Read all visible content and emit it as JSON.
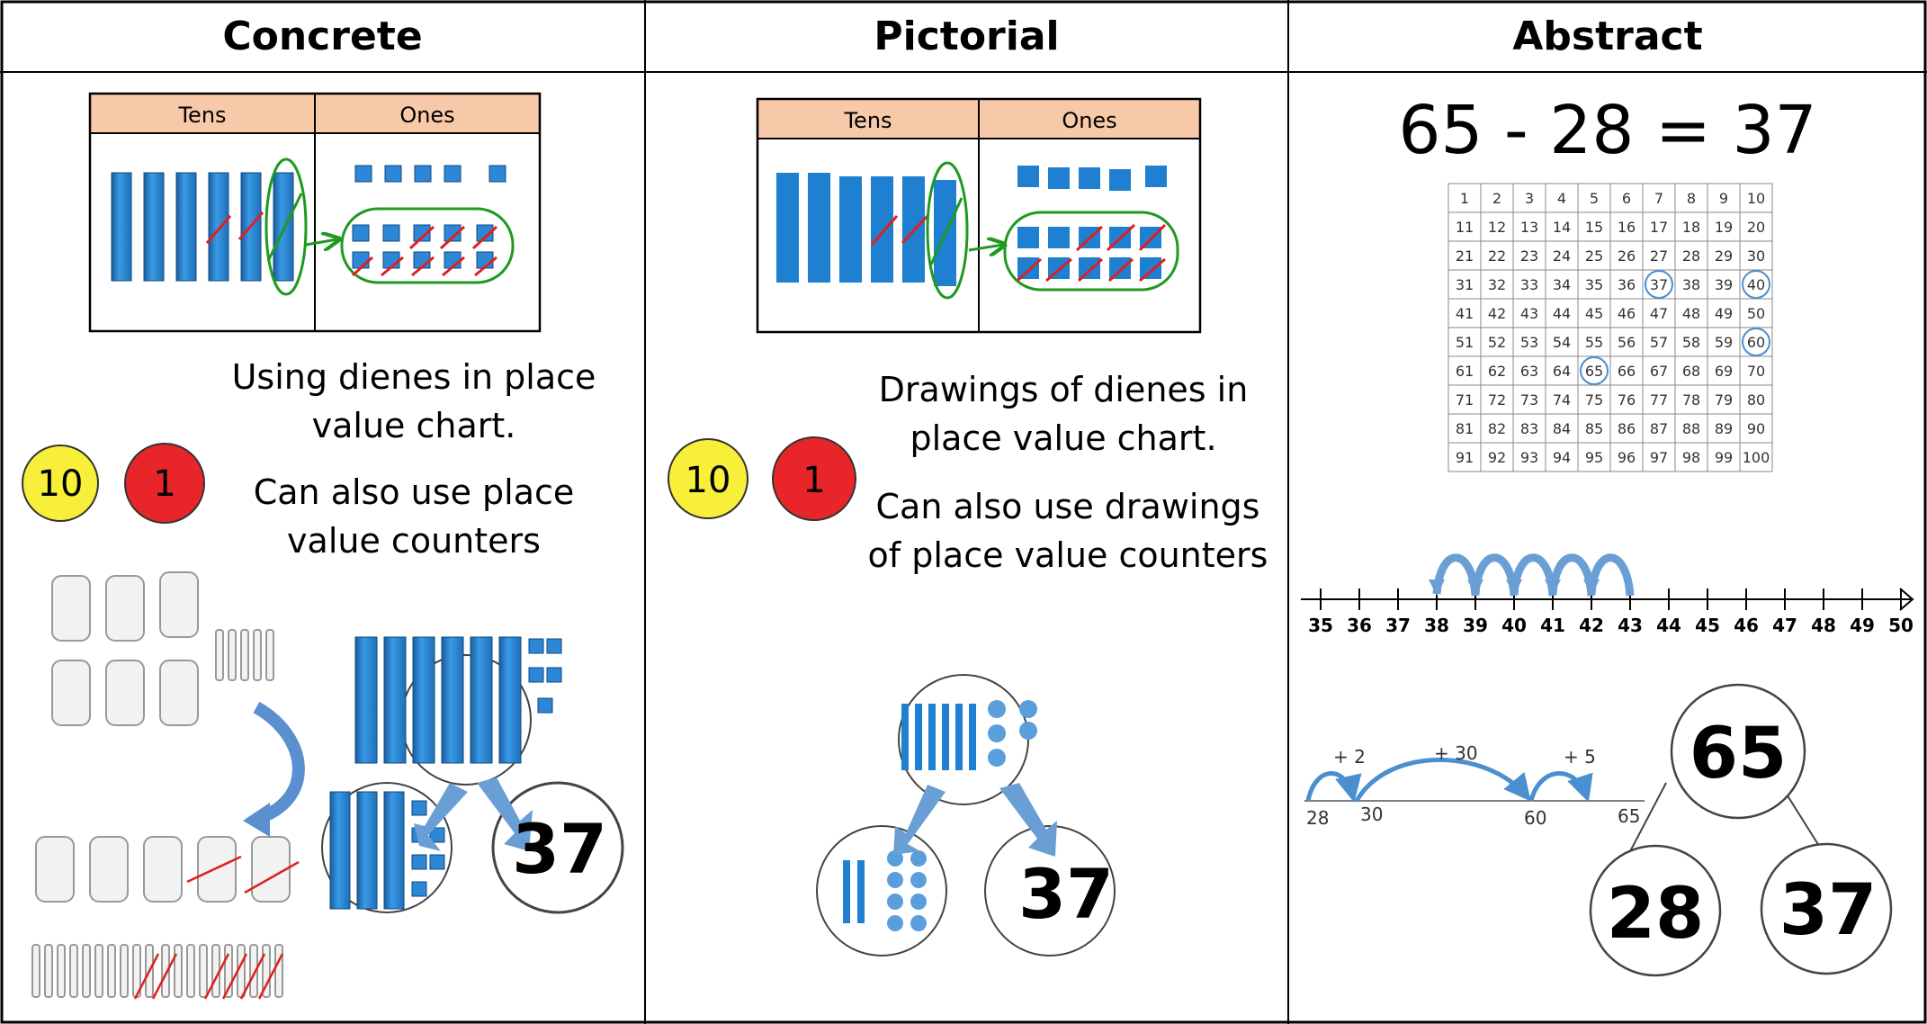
{
  "headers": {
    "concrete": "Concrete",
    "pictorial": "Pictorial",
    "abstract": "Abstract"
  },
  "pv_chart": {
    "tens": "Tens",
    "ones": "Ones"
  },
  "concrete": {
    "caption1": "Using dienes in place value chart.",
    "caption2": "Can also use place value counters",
    "counter_ten": "10",
    "counter_one": "1",
    "answer": "37"
  },
  "pictorial": {
    "caption1": "Drawings of dienes in place value chart.",
    "caption2": "Can also use drawings of place value counters",
    "counter_ten": "10",
    "counter_one": "1",
    "answer": "37"
  },
  "abstract": {
    "equation": "65 - 28 = 37",
    "hundred_square": {
      "numbers": [
        1,
        2,
        3,
        4,
        5,
        6,
        7,
        8,
        9,
        10,
        11,
        12,
        13,
        14,
        15,
        16,
        17,
        18,
        19,
        20,
        21,
        22,
        23,
        24,
        25,
        26,
        27,
        28,
        29,
        30,
        31,
        32,
        33,
        34,
        35,
        36,
        37,
        38,
        39,
        40,
        41,
        42,
        43,
        44,
        45,
        46,
        47,
        48,
        49,
        50,
        51,
        52,
        53,
        54,
        55,
        56,
        57,
        58,
        59,
        60,
        61,
        62,
        63,
        64,
        65,
        66,
        67,
        68,
        69,
        70,
        71,
        72,
        73,
        74,
        75,
        76,
        77,
        78,
        79,
        80,
        81,
        82,
        83,
        84,
        85,
        86,
        87,
        88,
        89,
        90,
        91,
        92,
        93,
        94,
        95,
        96,
        97,
        98,
        99,
        100
      ],
      "circled": [
        37,
        40,
        60,
        65
      ]
    },
    "number_line": {
      "labels": [
        "35",
        "36",
        "37",
        "38",
        "39",
        "40",
        "41",
        "42",
        "43",
        "44",
        "45",
        "46",
        "47",
        "48",
        "49",
        "50"
      ],
      "jump_count": 5
    },
    "empty_number_line": {
      "points": [
        "28",
        "30",
        "60",
        "65"
      ],
      "jumps": [
        "+ 2",
        "+ 30",
        "+ 5"
      ]
    },
    "part_whole": {
      "whole": "65",
      "part1": "28",
      "part2": "37"
    }
  },
  "colors": {
    "header_fill": "#f7c9a8",
    "dienes": "#2e86d6",
    "dienes_dark": "#1a5c9e",
    "marker_green": "#1f9a1f",
    "marker_red": "#e02020",
    "arrow_blue": "#6a9fd6",
    "counter_yellow": "#f8ef3a",
    "counter_red": "#e8262a",
    "circle_blue": "#4a8fd0"
  }
}
